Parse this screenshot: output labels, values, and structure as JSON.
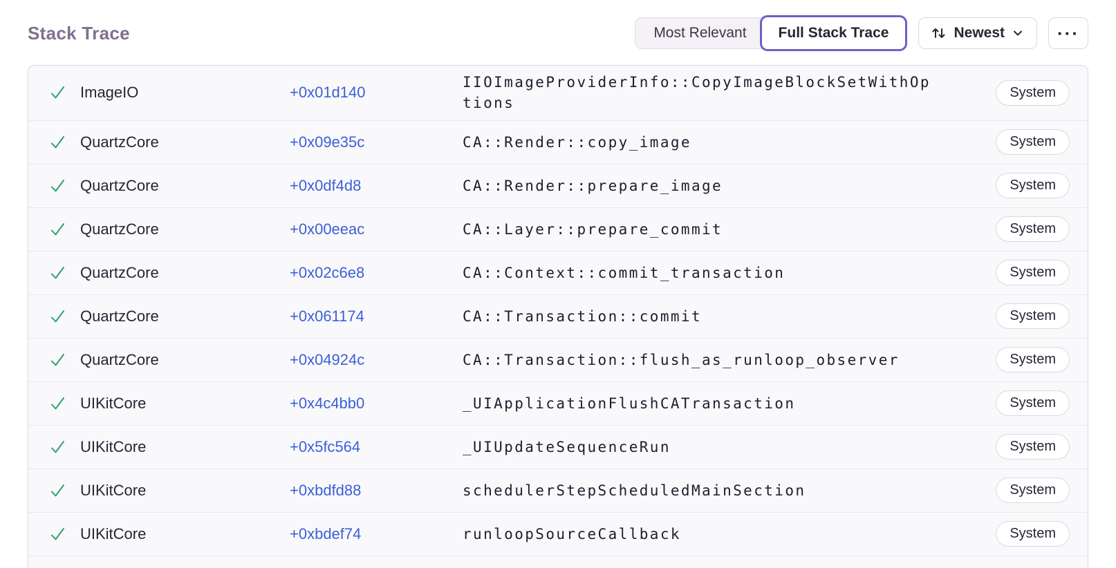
{
  "header": {
    "title": "Stack Trace",
    "view_toggle": [
      {
        "label": "Most Relevant",
        "active": false
      },
      {
        "label": "Full Stack Trace",
        "active": true
      }
    ],
    "sort_button": {
      "label": "Newest"
    }
  },
  "icons": {
    "check_glyph": "✓",
    "sort_arrows_glyph": "↑↓",
    "chevron_down_glyph": "⌄",
    "more_glyph": "···"
  },
  "colors": {
    "accent_purple": "#6c5fc7",
    "title_gray_purple": "#80708f",
    "link_blue": "#3c5fd9",
    "check_green": "#2f9e77",
    "row_background": "#f9f9fb",
    "row_border": "#e8e7ee",
    "panel_border": "#d9d8e1",
    "text_dark": "#2b2233"
  },
  "stack_trace": {
    "rows": [
      {
        "module": "ImageIO",
        "address": "+0x01d140",
        "function": "IIOImageProviderInfo::CopyImageBlockSetWithOptions",
        "tag": "System"
      },
      {
        "module": "QuartzCore",
        "address": "+0x09e35c",
        "function": "CA::Render::copy_image",
        "tag": "System"
      },
      {
        "module": "QuartzCore",
        "address": "+0x0df4d8",
        "function": "CA::Render::prepare_image",
        "tag": "System"
      },
      {
        "module": "QuartzCore",
        "address": "+0x00eeac",
        "function": "CA::Layer::prepare_commit",
        "tag": "System"
      },
      {
        "module": "QuartzCore",
        "address": "+0x02c6e8",
        "function": "CA::Context::commit_transaction",
        "tag": "System"
      },
      {
        "module": "QuartzCore",
        "address": "+0x061174",
        "function": "CA::Transaction::commit",
        "tag": "System"
      },
      {
        "module": "QuartzCore",
        "address": "+0x04924c",
        "function": "CA::Transaction::flush_as_runloop_observer",
        "tag": "System"
      },
      {
        "module": "UIKitCore",
        "address": "+0x4c4bb0",
        "function": "_UIApplicationFlushCATransaction",
        "tag": "System"
      },
      {
        "module": "UIKitCore",
        "address": "+0x5fc564",
        "function": "_UIUpdateSequenceRun",
        "tag": "System"
      },
      {
        "module": "UIKitCore",
        "address": "+0xbdfd88",
        "function": "schedulerStepScheduledMainSection",
        "tag": "System"
      },
      {
        "module": "UIKitCore",
        "address": "+0xbdef74",
        "function": "runloopSourceCallback",
        "tag": "System"
      }
    ]
  }
}
